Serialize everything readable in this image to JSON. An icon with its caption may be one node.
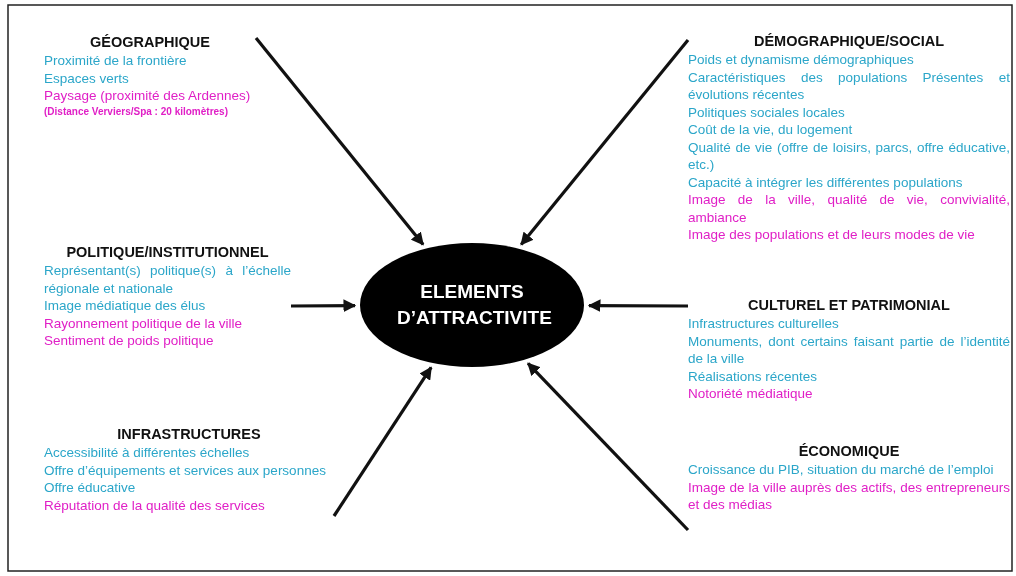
{
  "diagram": {
    "nodes": [
      {
        "text": [
          "GÉOGRAPHIQUE",
          "Proximité de la frontière",
          "Espaces verts",
          "Paysage (proximité des Ardennes)",
          "(Distance Verviers/Spa : 20 kilomètres)"
        ]
      },
      {
        "text": [
          "DÉMOGRAPHIQUE/SOCIAL",
          "Poids et dynamisme démographiques",
          "Caractéristiques des populations Présentes et évolutions récentes",
          "Politiques sociales locales",
          "Coût de la vie, du logement",
          "Qualité de vie (offre de loisirs, parcs, offre éducative, etc.)",
          "Capacité à intégrer les différentes populations",
          "Image de la ville, qualité de vie, convivialité, ambiance",
          "Image des populations et de leurs modes de vie"
        ]
      },
      {
        "text": [
          "POLITIQUE/INSTITUTIONNEL",
          "Représentant(s) politique(s) à l’échelle régionale et nationale",
          "Image médiatique des élus",
          "Rayonnement politique de la ville",
          "Sentiment de poids politique"
        ]
      },
      {
        "text": [
          "ELEMENTS D’ATTRACTIVITE"
        ]
      },
      {
        "text": [
          "CULTUREL  ET PATRIMONIAL",
          "Infrastructures culturelles",
          "Monuments, dont certains faisant partie de l’identité de la ville",
          "Réalisations récentes",
          "Notoriété médiatique"
        ]
      },
      {
        "text": [
          "INFRASTRUCTURES",
          "Accessibilité à différentes échelles",
          "Offre d’équipements et services aux personnes",
          "Offre éducative",
          "Réputation de la qualité des services"
        ]
      },
      {
        "text": [
          "ÉCONOMIQUE",
          "Croissance du PIB, situation du marché de l’emploi",
          "Image de la ville auprès des actifs, des entrepreneurs et des médias"
        ]
      }
    ],
    "edges": [
      {
        "from": 0,
        "to": 3,
        "arrow": "to"
      },
      {
        "from": 1,
        "to": 3,
        "arrow": "to"
      },
      {
        "from": 2,
        "to": 3,
        "arrow": "to"
      },
      {
        "from": 4,
        "to": 3,
        "arrow": "to"
      },
      {
        "from": 5,
        "to": 3,
        "arrow": "to"
      },
      {
        "from": 6,
        "to": 3,
        "arrow": "to"
      }
    ]
  }
}
